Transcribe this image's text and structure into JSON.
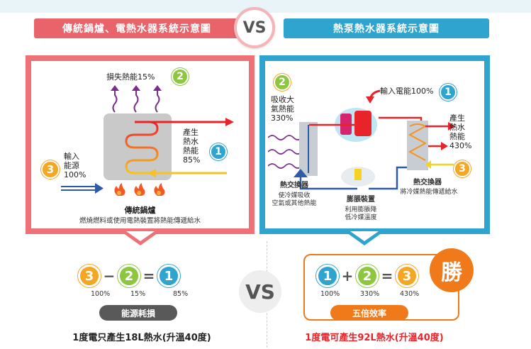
{
  "header": {
    "left_title": "傳統鍋爐、電熱水器系統示意圖",
    "vs": "VS",
    "right_title": "熱泵熱水器系統示意圖"
  },
  "left_panel": {
    "loss_label": "損失熱能15%",
    "loss_num": "2",
    "produce_label_lines": [
      "產生",
      "熱水",
      "熱能",
      "85%"
    ],
    "produce_num": "1",
    "input_label_lines": [
      "輸入",
      "能源",
      "100%"
    ],
    "input_num": "3",
    "boiler_title": "傳統鍋爐",
    "boiler_desc": "燃燒燃料或使用電熱裝置將熱能傳遞給水"
  },
  "right_panel": {
    "absorb_num": "2",
    "absorb_label_lines": [
      "吸收大",
      "氣熱能",
      "330%"
    ],
    "input_label": "輸入電能100%",
    "input_num": "1",
    "produce_label_lines": [
      "產生",
      "熱水",
      "熱能",
      "430%"
    ],
    "produce_num": "3",
    "hx1_title": "熱交換器",
    "hx1_desc_lines": [
      "使冷媒吸收",
      "空氣或其他熱能"
    ],
    "expansion_title": "膨脹裝置",
    "expansion_desc_lines": [
      "利用膨脹降",
      "低冷媒溫度"
    ],
    "hx2_title": "熱交換器",
    "hx2_desc": "將冷媒熱能傳遞給水"
  },
  "bottom_left": {
    "eq": [
      {
        "num": "3",
        "op": "−"
      },
      {
        "num": "2",
        "op": "="
      },
      {
        "num": "1",
        "op": ""
      }
    ],
    "percents": [
      "100%",
      "15%",
      "85%"
    ],
    "pill": "能源耗損",
    "result": "1度電只產生18L熱水(升溫40度)"
  },
  "bottom_mid": {
    "vs": "VS"
  },
  "bottom_right": {
    "eq": [
      {
        "num": "1",
        "op": "+"
      },
      {
        "num": "2",
        "op": "="
      },
      {
        "num": "3",
        "op": ""
      }
    ],
    "percents": [
      "100%",
      "330%",
      "430%"
    ],
    "win_badge": "勝",
    "pill": "五倍效率",
    "result": "1度電可產生92L熱水(升溫40度)"
  },
  "colors": {
    "red": "#e8636a",
    "blue": "#2ea4cf",
    "orange": "#f5a623",
    "green": "#8dc63f",
    "accent_orange": "#f07a1a"
  }
}
